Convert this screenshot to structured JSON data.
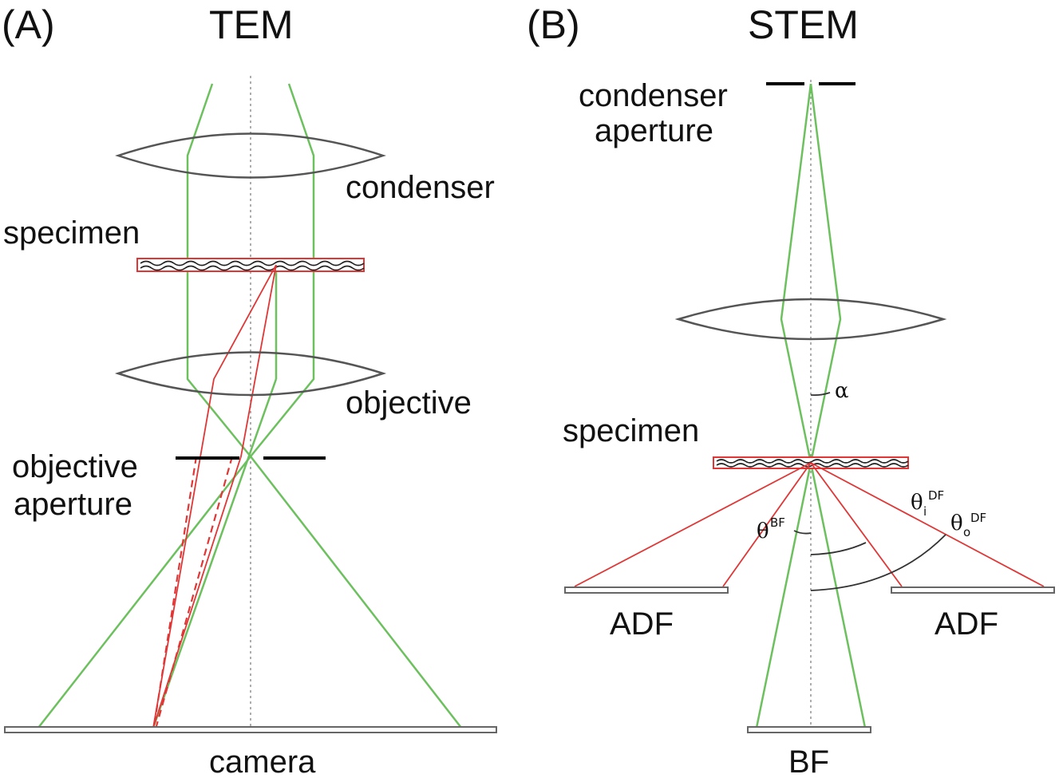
{
  "panel_a": {
    "letter": "(A)",
    "title": "TEM",
    "labels": {
      "condenser": "condenser",
      "specimen": "specimen",
      "objective": "objective",
      "objective_aperture_line1": "objective",
      "objective_aperture_line2": "aperture",
      "camera": "camera"
    }
  },
  "panel_b": {
    "letter": "(B)",
    "title": "STEM",
    "labels": {
      "condenser_aperture_line1": "condenser",
      "condenser_aperture_line2": "aperture",
      "specimen": "specimen",
      "alpha": "α",
      "theta_bf": "θ",
      "theta_bf_sup": "BF",
      "theta_i_df": "θ",
      "theta_i_df_sub": "i",
      "theta_i_df_sup": "DF",
      "theta_o_df": "θ",
      "theta_o_df_sub": "o",
      "theta_o_df_sup": "DF",
      "adf_left": "ADF",
      "adf_right": "ADF",
      "bf": "BF"
    }
  },
  "colors": {
    "beam": "#6cc05e",
    "scattered": "#e03636",
    "lens": "#555555",
    "aperture": "#000000"
  }
}
